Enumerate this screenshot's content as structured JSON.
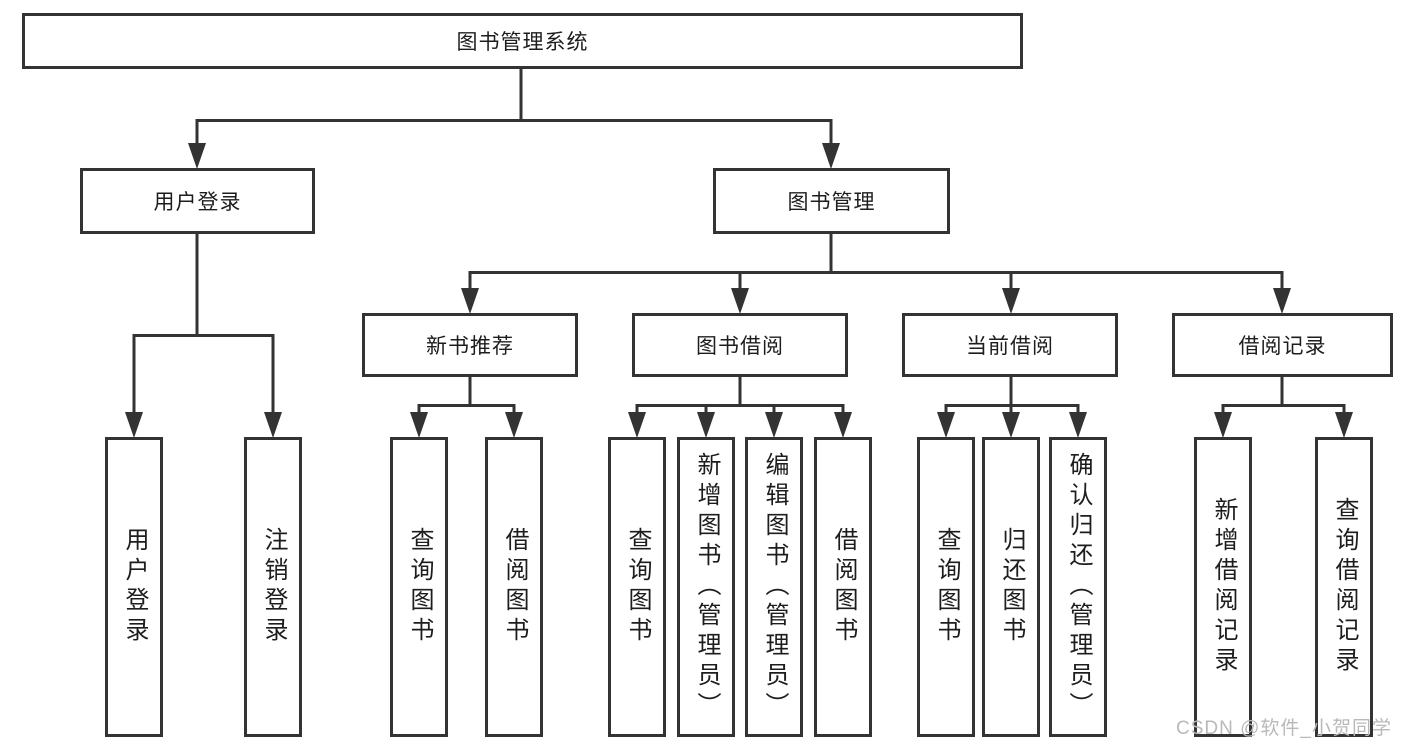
{
  "tree": {
    "root": {
      "label": "图书管理系统",
      "children": [
        {
          "label": "用户登录",
          "children": [
            {
              "label": "用户登录"
            },
            {
              "label": "注销登录"
            }
          ]
        },
        {
          "label": "图书管理",
          "children": [
            {
              "label": "新书推荐",
              "children": [
                {
                  "label": "查询图书"
                },
                {
                  "label": "借阅图书"
                }
              ]
            },
            {
              "label": "图书借阅",
              "children": [
                {
                  "label": "查询图书"
                },
                {
                  "label": "新增图书（管理员）"
                },
                {
                  "label": "编辑图书（管理员）"
                },
                {
                  "label": "借阅图书"
                }
              ]
            },
            {
              "label": "当前借阅",
              "children": [
                {
                  "label": "查询图书"
                },
                {
                  "label": "归还图书"
                },
                {
                  "label": "确认归还（管理员）"
                }
              ]
            },
            {
              "label": "借阅记录",
              "children": [
                {
                  "label": "新增借阅记录"
                },
                {
                  "label": "查询借阅记录"
                }
              ]
            }
          ]
        }
      ]
    }
  },
  "watermark": "CSDN @软件_小贺同学",
  "colors": {
    "line": "#333333",
    "text": "#1d1d1d",
    "background": "#ffffff",
    "watermark": "#b9b9b9"
  }
}
